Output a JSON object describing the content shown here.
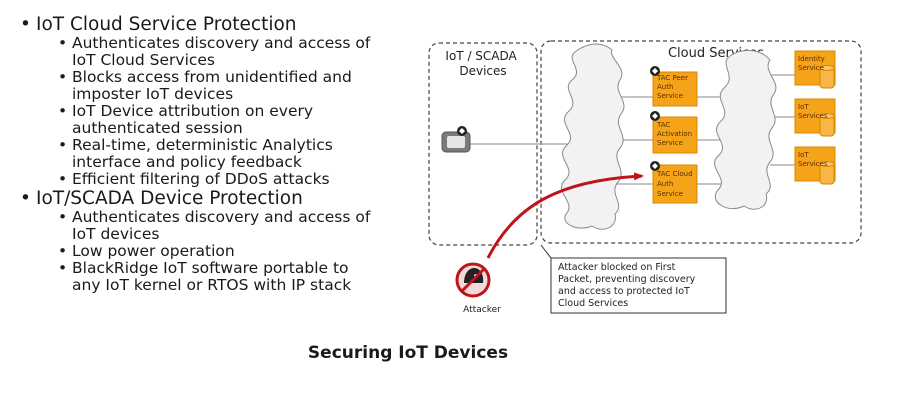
{
  "bullets": [
    {
      "title": "IoT Cloud Service Protection",
      "items": [
        [
          "Authenticates discovery and access of",
          "IoT Cloud Services"
        ],
        [
          "Blocks access from unidentified and",
          "imposter IoT devices"
        ],
        [
          "IoT Device attribution on every",
          "authenticated session"
        ],
        [
          "Real-time, deterministic Analytics",
          "interface and policy feedback"
        ],
        [
          "Efficient filtering of DDoS attacks"
        ]
      ]
    },
    {
      "title": "IoT/SCADA Device Protection",
      "items": [
        [
          "Authenticates discovery and access of",
          "IoT devices"
        ],
        [
          "Low power operation"
        ],
        [
          "BlackRidge IoT software portable to",
          "any IoT kernel or RTOS with IP stack"
        ]
      ]
    }
  ],
  "diagram": {
    "devices_title": [
      "IoT / SCADA",
      "Devices"
    ],
    "cloud_title": "Cloud Services",
    "tac_services": [
      [
        "TAC Peer",
        "Auth",
        "Service"
      ],
      [
        "TAC",
        "Activation",
        "Service"
      ],
      [
        "TAC Cloud",
        "Auth",
        "Service"
      ]
    ],
    "cloud_services": [
      [
        "Identity",
        "Service"
      ],
      [
        "IoT",
        "Services"
      ],
      [
        "IoT",
        "Services"
      ]
    ],
    "attacker_label": "Attacker",
    "callout": [
      "Attacker blocked on First",
      "Packet, preventing discovery",
      "and access to protected IoT",
      "Cloud Services"
    ],
    "colors": {
      "service": "#f5a318",
      "service_border": "#d98a00",
      "arrow": "#c0141b"
    }
  },
  "caption": "Securing IoT Devices"
}
